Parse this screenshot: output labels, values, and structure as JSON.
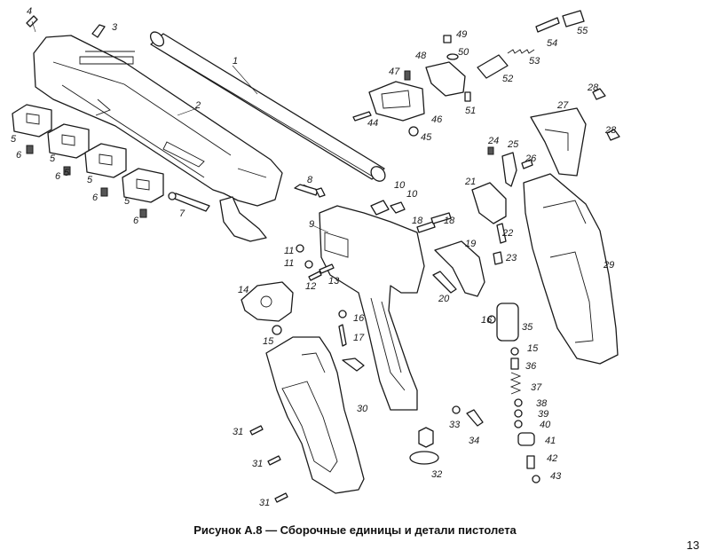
{
  "caption": "Рисунок А.8 — Сборочные единицы и детали пистолета",
  "page_number": "13",
  "callouts": {
    "c1": "1",
    "c2": "2",
    "c3": "3",
    "c4": "4",
    "c5a": "5",
    "c5b": "5",
    "c5c": "5",
    "c5d": "5",
    "c5e": "5",
    "c6a": "6",
    "c6b": "6",
    "c6c": "6",
    "c6d": "6",
    "c7": "7",
    "c8": "8",
    "c9": "9",
    "c10a": "10",
    "c10b": "10",
    "c11a": "11",
    "c11b": "11",
    "c12": "12",
    "c13": "13",
    "c14": "14",
    "c15a": "15",
    "c15b": "15",
    "c16a": "16",
    "c16b": "16",
    "c17": "17",
    "c18a": "18",
    "c18b": "18",
    "c19": "19",
    "c20": "20",
    "c21": "21",
    "c22": "22",
    "c23": "23",
    "c24": "24",
    "c25": "25",
    "c26": "26",
    "c27": "27",
    "c28a": "28",
    "c28b": "28",
    "c29": "29",
    "c30": "30",
    "c31a": "31",
    "c31b": "31",
    "c31c": "31",
    "c32": "32",
    "c33": "33",
    "c34": "34",
    "c35": "35",
    "c36": "36",
    "c37": "37",
    "c38": "38",
    "c39": "39",
    "c40": "40",
    "c41": "41",
    "c42": "42",
    "c43": "43",
    "c44": "44",
    "c45": "45",
    "c46": "46",
    "c47": "47",
    "c48": "48",
    "c49": "49",
    "c50": "50",
    "c51": "51",
    "c52": "52",
    "c53": "53",
    "c54": "54",
    "c55": "55"
  }
}
